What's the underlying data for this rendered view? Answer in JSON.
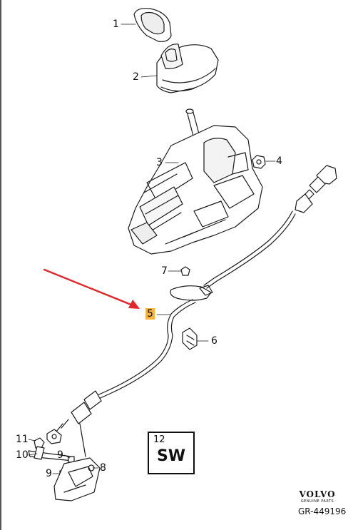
{
  "callouts": [
    {
      "id": "1",
      "text": "1"
    },
    {
      "id": "2",
      "text": "2"
    },
    {
      "id": "3",
      "text": "3"
    },
    {
      "id": "4",
      "text": "4"
    },
    {
      "id": "5",
      "text": "5"
    },
    {
      "id": "6",
      "text": "6"
    },
    {
      "id": "7",
      "text": "7"
    },
    {
      "id": "8",
      "text": "8"
    },
    {
      "id": "9a",
      "text": "9"
    },
    {
      "id": "9b",
      "text": "9"
    },
    {
      "id": "10",
      "text": "10"
    },
    {
      "id": "11",
      "text": "11"
    }
  ],
  "software_box": {
    "number": "12",
    "code": "SW"
  },
  "brand": {
    "name": "VOLVO",
    "tagline": "GENUINE PARTS"
  },
  "drawing_number": "GR-449196",
  "colors": {
    "line": "#1a1a1a",
    "highlight": "#f6b63c",
    "arrow": "#e3262a"
  }
}
